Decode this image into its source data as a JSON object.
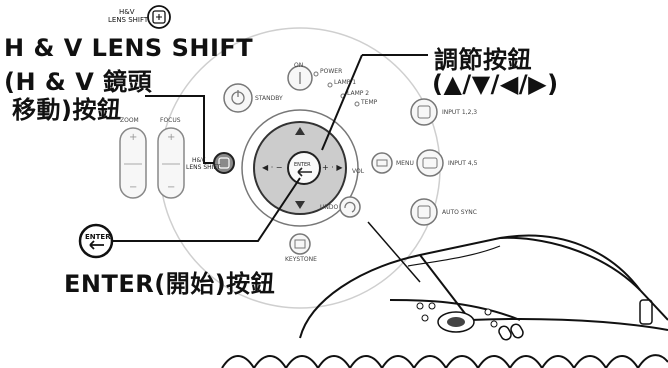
{
  "callouts": {
    "top_icon_label_line1": "H&V",
    "top_icon_label_line2": "LENS SHIFT",
    "lens_shift_title": "H & V LENS SHIFT",
    "lens_shift_cn_line1": "(H & V 鏡頭",
    "lens_shift_cn_line2": "移動)按鈕",
    "adjust_line1": "調節按鈕",
    "adjust_line2": "(▲/▼/◀/▶)",
    "enter_label": "ENTER(開始)按鈕",
    "enter_icon_text": "ENTER"
  },
  "panel": {
    "on_label": "ON",
    "power_label": "POWER",
    "lamp1_label": "LAMP 1",
    "lamp2_label": "LAMP 2",
    "temp_label": "TEMP",
    "standby_label": "STANDBY",
    "zoom_label": "ZOOM",
    "focus_label": "FOCUS",
    "lens_shift_line1": "H&V",
    "lens_shift_line2": "LENS SHIFT",
    "enter_center": "ENTER",
    "left_minus": "◀ · −",
    "right_plus": "+ · ▶",
    "vol_label": "VOL",
    "undo_label": "UNDO",
    "keystone_label": "KEYSTONE",
    "menu_label": "MENU",
    "input1_label": "INPUT 1,2,3",
    "input2_label": "INPUT 4,5",
    "autosync_label": "AUTO SYNC",
    "plus": "+",
    "minus": "−"
  }
}
